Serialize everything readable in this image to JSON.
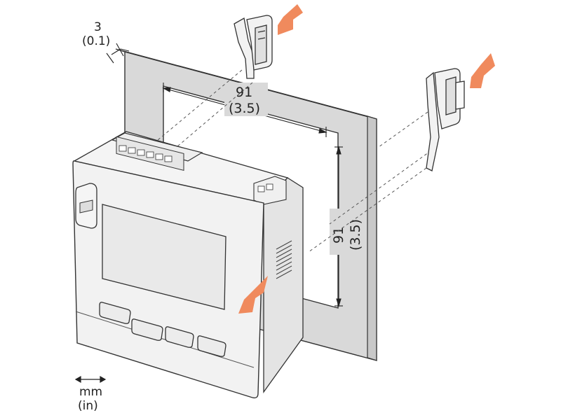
{
  "dimensions": {
    "panel_thickness": {
      "mm": "3",
      "in": "(0.1)"
    },
    "cutout_width": {
      "mm": "91",
      "in": "(3.5)"
    },
    "cutout_height": {
      "mm": "91",
      "in": "(3.5)"
    }
  },
  "units_legend": {
    "primary": "mm",
    "secondary": "(in)"
  },
  "colors": {
    "panel": "#d9d9d9",
    "device_body": "#f2f2f2",
    "outline": "#333333",
    "arrow": "#f08a5d",
    "dashed": "#555555"
  },
  "icons": {
    "mounting_clip": "mounting-clip-icon",
    "insertion_arrow": "arrow-icon"
  }
}
